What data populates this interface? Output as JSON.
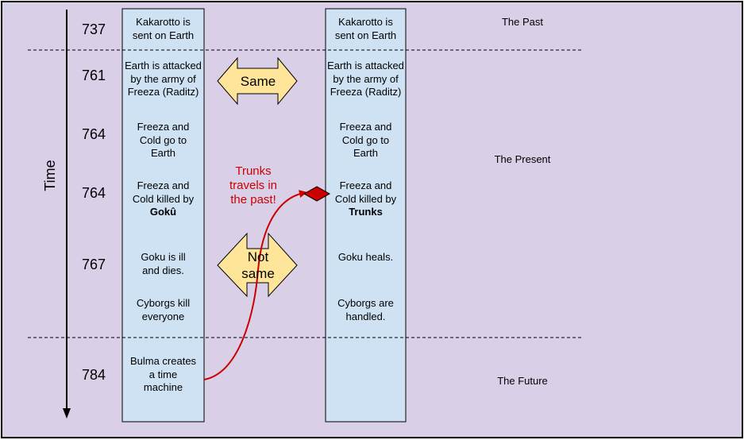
{
  "axis": {
    "label": "Time"
  },
  "eras": {
    "past": "The Past",
    "present": "The Present",
    "future": "The Future"
  },
  "years": [
    "737",
    "761",
    "764",
    "764",
    "767",
    "784"
  ],
  "left_events": {
    "e1": "Kakarotto is sent on Earth",
    "e2": "Earth is attacked by the army of Freeza (Raditz)",
    "e3": "Freeza and Cold go to Earth",
    "e4_pre": "Freeza and Cold killed by",
    "e4_bold": "Gokû",
    "e5": "Goku is ill and dies.",
    "e6": "Cyborgs kill everyone",
    "e7": "Bulma creates a time machine"
  },
  "right_events": {
    "e1": "Kakarotto is sent on Earth",
    "e2": "Earth is attacked by the army of Freeza (Raditz)",
    "e3": "Freeza and Cold go to Earth",
    "e4_pre": "Freeza and Cold killed by",
    "e4_bold": "Trunks",
    "e5": "Goku heals.",
    "e6": "Cyborgs are handled."
  },
  "comparisons": {
    "same": "Same",
    "not_same": "Not same"
  },
  "travel_label": "Trunks travels in the past!",
  "colors": {
    "background": "#d9d0e8",
    "column": "#cfe2f3",
    "arrow_fill": "#ffe599",
    "travel": "#cc0000"
  }
}
